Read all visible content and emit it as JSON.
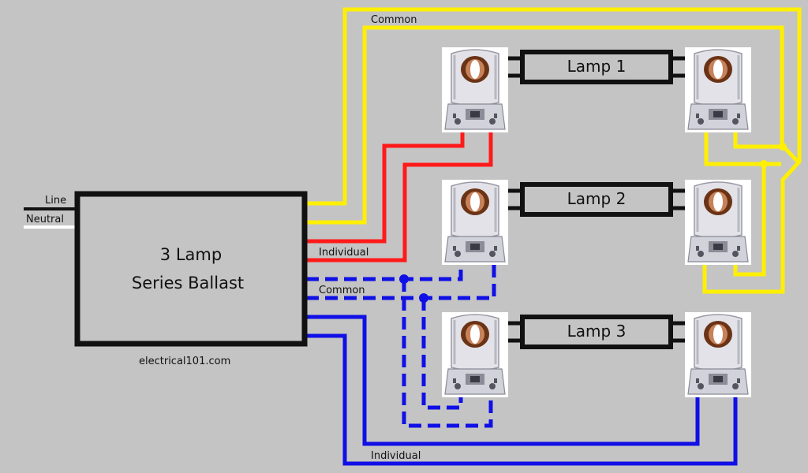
{
  "ballast": {
    "title_line1": "3 Lamp",
    "title_line2": "Series Ballast",
    "input_line_label": "Line",
    "input_neutral_label": "Neutral",
    "credit": "electrical101.com"
  },
  "lamps": [
    {
      "label": "Lamp 1"
    },
    {
      "label": "Lamp 2"
    },
    {
      "label": "Lamp 3"
    }
  ],
  "wire_labels": {
    "yellow_common": "Common",
    "red_individual": "Individual",
    "blue_common": "Common",
    "blue_individual": "Individual"
  },
  "colors": {
    "background": "#c4c4c4",
    "yellow_wire": "#ffef00",
    "red_wire": "#ff1a1a",
    "blue_wire": "#1010e6",
    "outline": "#111111",
    "neutral_wire": "#ffffff",
    "socket": "#e6e6ea",
    "socket_dark": "#5a2a10"
  }
}
